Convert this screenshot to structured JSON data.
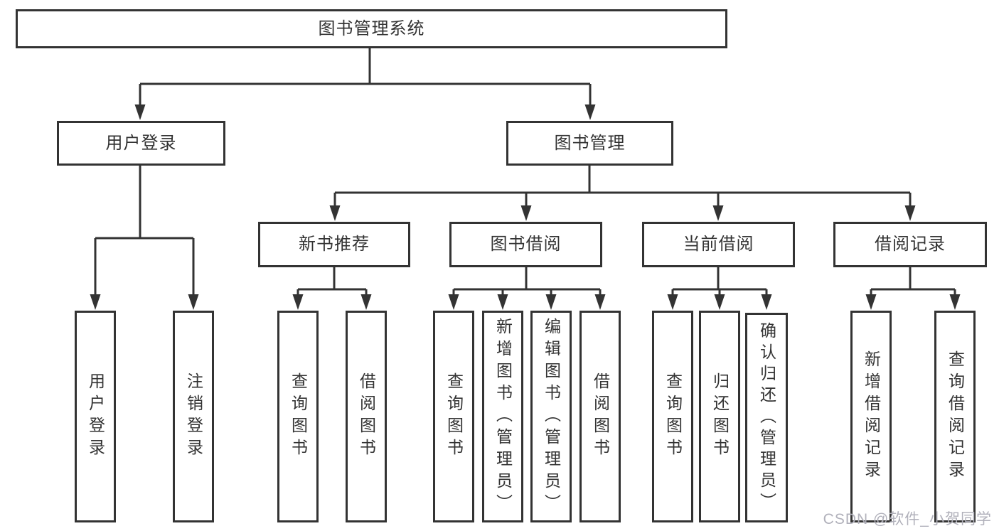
{
  "diagram": {
    "root": {
      "label": "图书管理系统"
    },
    "branches": [
      {
        "label": "用户登录",
        "children": [
          {
            "label": "用户登录"
          },
          {
            "label": "注销登录"
          }
        ]
      },
      {
        "label": "图书管理",
        "children": [
          {
            "label": "新书推荐",
            "children": [
              {
                "label": "查询图书"
              },
              {
                "label": "借阅图书"
              }
            ]
          },
          {
            "label": "图书借阅",
            "children": [
              {
                "label": "查询图书"
              },
              {
                "label": "新增图书（管理员）"
              },
              {
                "label": "编辑图书（管理员）"
              },
              {
                "label": "借阅图书"
              }
            ]
          },
          {
            "label": "当前借阅",
            "children": [
              {
                "label": "查询图书"
              },
              {
                "label": "归还图书"
              },
              {
                "label": "确认归还（管理员）"
              }
            ]
          },
          {
            "label": "借阅记录",
            "children": [
              {
                "label": "新增借阅记录"
              },
              {
                "label": "查询借阅记录"
              }
            ]
          }
        ]
      }
    ]
  },
  "watermark": {
    "text": "CSDN @软件_小贺同学"
  },
  "colors": {
    "line": "#333333",
    "box_border": "#333333",
    "text": "#333333",
    "watermark_text": "#b1b1bb",
    "background": "#ffffff"
  }
}
